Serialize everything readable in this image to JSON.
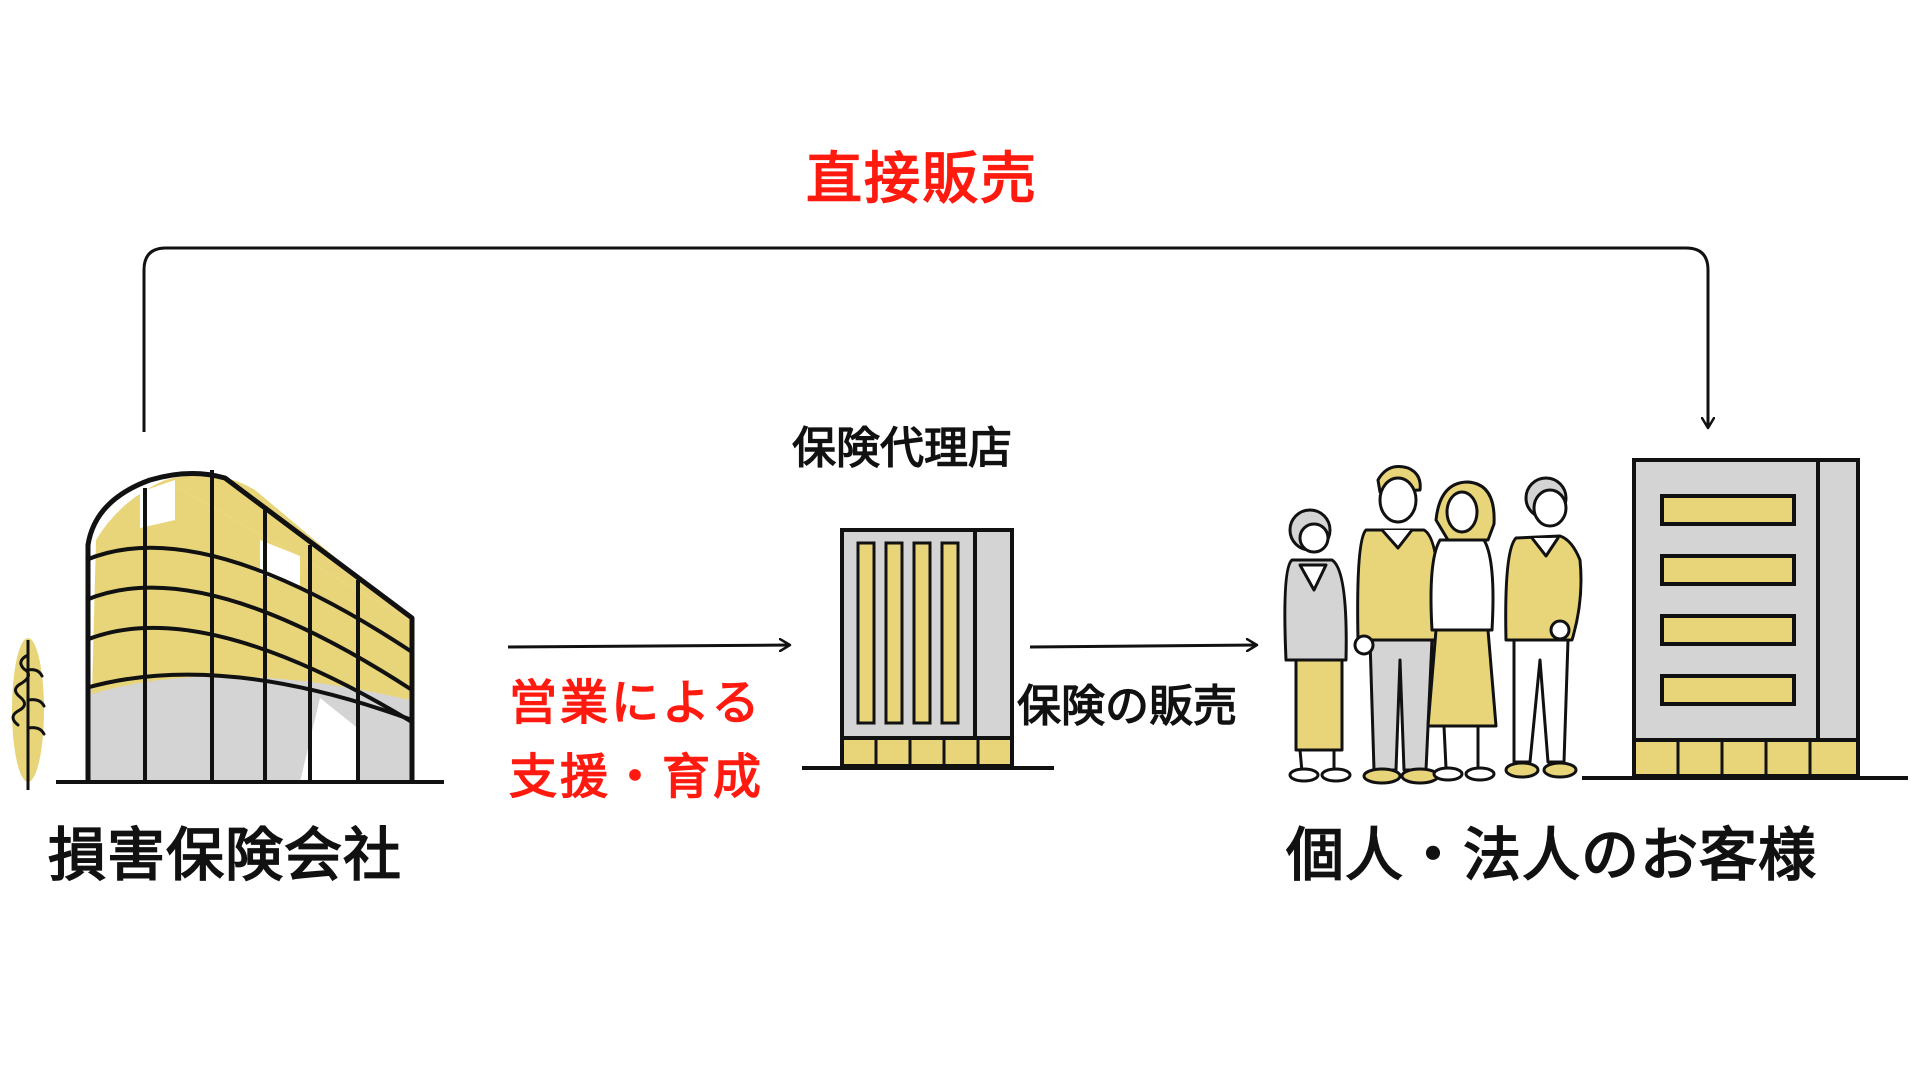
{
  "labels": {
    "direct_sales": "直接販売",
    "agency": "保険代理店",
    "support_line1": "営業による",
    "support_line2": "支援・育成",
    "insurance_sales": "保険の販売",
    "insurer": "損害保険会社",
    "customers": "個人・法人のお客様"
  },
  "colors": {
    "accent_red": "#ff1a0f",
    "illustration_yellow": "#e8d57a",
    "illustration_gray": "#d4d4d4",
    "line": "#111111"
  },
  "icons": {
    "insurer": "office-building-illustration",
    "agency": "agency-building-illustration",
    "customers": "people-group-illustration",
    "corporate": "corporate-building-illustration"
  }
}
